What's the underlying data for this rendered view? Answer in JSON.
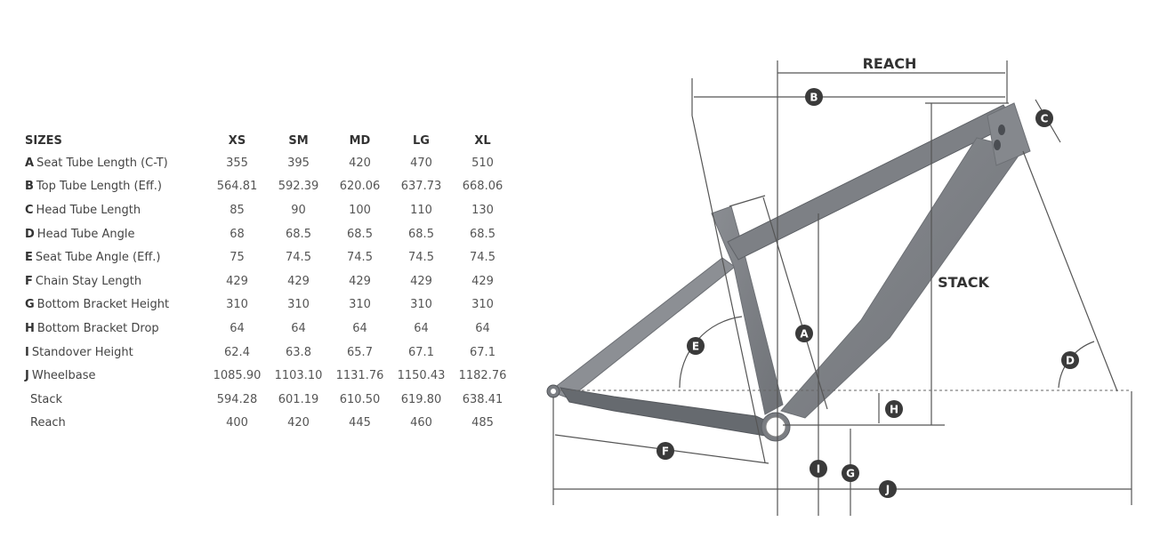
{
  "table": {
    "header": {
      "label": "SIZES",
      "sizes": [
        "XS",
        "SM",
        "MD",
        "LG",
        "XL"
      ]
    },
    "rows": [
      {
        "letter": "A",
        "name": "Seat Tube Length (C-T)",
        "values": [
          "355",
          "395",
          "420",
          "470",
          "510"
        ]
      },
      {
        "letter": "B",
        "name": "Top Tube Length (Eff.)",
        "values": [
          "564.81",
          "592.39",
          "620.06",
          "637.73",
          "668.06"
        ]
      },
      {
        "letter": "C",
        "name": "Head Tube Length",
        "values": [
          "85",
          "90",
          "100",
          "110",
          "130"
        ]
      },
      {
        "letter": "D",
        "name": "Head Tube Angle",
        "values": [
          "68",
          "68.5",
          "68.5",
          "68.5",
          "68.5"
        ]
      },
      {
        "letter": "E",
        "name": "Seat Tube Angle (Eff.)",
        "values": [
          "75",
          "74.5",
          "74.5",
          "74.5",
          "74.5"
        ]
      },
      {
        "letter": "F",
        "name": "Chain Stay Length",
        "values": [
          "429",
          "429",
          "429",
          "429",
          "429"
        ]
      },
      {
        "letter": "G",
        "name": "Bottom Bracket Height",
        "values": [
          "310",
          "310",
          "310",
          "310",
          "310"
        ]
      },
      {
        "letter": "H",
        "name": "Bottom Bracket Drop",
        "values": [
          "64",
          "64",
          "64",
          "64",
          "64"
        ]
      },
      {
        "letter": "I",
        "name": "Standover Height",
        "values": [
          "62.4",
          "63.8",
          "65.7",
          "67.1",
          "67.1"
        ]
      },
      {
        "letter": "J",
        "name": "Wheelbase",
        "values": [
          "1085.90",
          "1103.10",
          "1131.76",
          "1150.43",
          "1182.76"
        ]
      },
      {
        "letter": "",
        "name": "Stack",
        "values": [
          "594.28",
          "601.19",
          "610.50",
          "619.80",
          "638.41"
        ]
      },
      {
        "letter": "",
        "name": "Reach",
        "values": [
          "400",
          "420",
          "445",
          "460",
          "485"
        ]
      }
    ]
  },
  "diagram": {
    "labels": {
      "reach": "REACH",
      "stack": "STACK"
    },
    "badges": {
      "a": "A",
      "b": "B",
      "c": "C",
      "d": "D",
      "e": "E",
      "f": "F",
      "g": "G",
      "h": "H",
      "i": "I",
      "j": "J"
    },
    "colors": {
      "frame": "#7d8085",
      "frame_dark": "#5c5f64",
      "frame_light": "#9a9da2",
      "badge": "#3a3a3a"
    }
  }
}
